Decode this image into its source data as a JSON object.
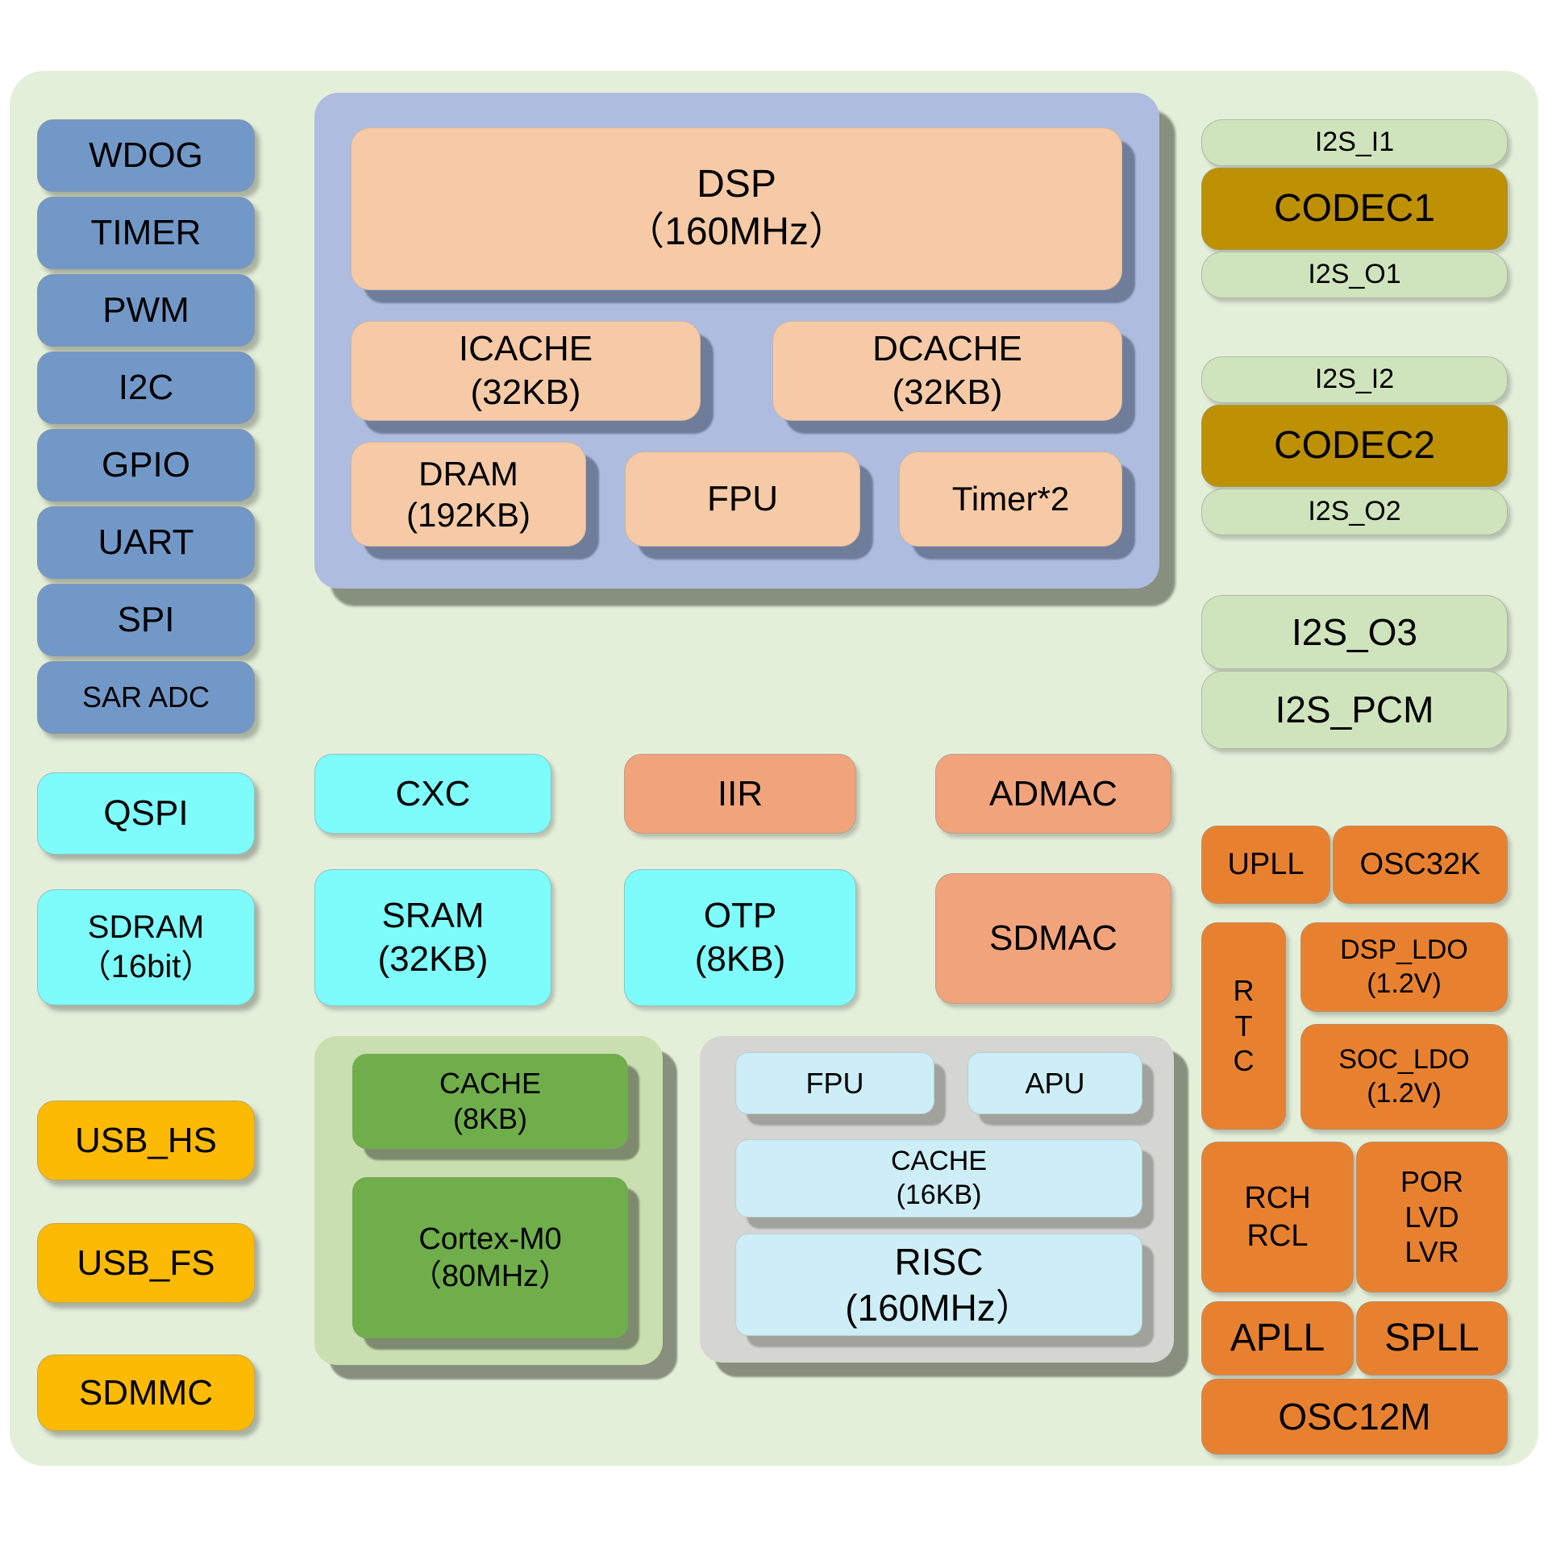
{
  "colors": {
    "canvas_bg": "#ffffff",
    "board_bg": "#e4efda",
    "peripheral_blue": "#7298c8",
    "memory_cyan": "#7efcfc",
    "usb_yellow": "#fcba04",
    "dsp_container_blue": "#aebce0",
    "dsp_block_peach": "#f6caa6",
    "dma_salmon": "#f1a47b",
    "mcu_container_green": "#cadfb0",
    "mcu_block_green": "#6fae4a",
    "risc_container_gray": "#d5d5d3",
    "risc_block_cyan": "#cdeef6",
    "i2s_green": "#cfe4bc",
    "codec_gold": "#bd9103",
    "power_orange": "#e8812f"
  },
  "left_column": {
    "peripherals": [
      "WDOG",
      "TIMER",
      "PWM",
      "I2C",
      "GPIO",
      "UART",
      "SPI",
      "SAR ADC"
    ],
    "qspi": "QSPI",
    "sdram": [
      "SDRAM",
      "（16bit）"
    ],
    "usb_hs": "USB_HS",
    "usb_fs": "USB_FS",
    "sdmmc": "SDMMC"
  },
  "dsp_cluster": {
    "dsp": [
      "DSP",
      "（160MHz）"
    ],
    "icache": [
      "ICACHE",
      "(32KB)"
    ],
    "dcache": [
      "DCACHE",
      "(32KB)"
    ],
    "dram": [
      "DRAM",
      "(192KB)"
    ],
    "fpu": "FPU",
    "timer2": "Timer*2"
  },
  "middle": {
    "cxc": "CXC",
    "iir": "IIR",
    "admac": "ADMAC",
    "sram": [
      "SRAM",
      "(32KB)"
    ],
    "otp": [
      "OTP",
      "(8KB)"
    ],
    "sdmac": "SDMAC"
  },
  "mcu_cluster": {
    "cache8": [
      "CACHE",
      "(8KB)"
    ],
    "cortex_m0": [
      "Cortex-M0",
      "（80MHz）"
    ]
  },
  "risc_cluster": {
    "fpu": "FPU",
    "apu": "APU",
    "cache16": [
      "CACHE",
      "(16KB)"
    ],
    "risc": [
      "RISC",
      "(160MHz）"
    ]
  },
  "audio": {
    "i2s_i1": "I2S_I1",
    "codec1": "CODEC1",
    "i2s_o1": "I2S_O1",
    "i2s_i2": "I2S_I2",
    "codec2": "CODEC2",
    "i2s_o2": "I2S_O2",
    "i2s_o3": "I2S_O3",
    "i2s_pcm": "I2S_PCM"
  },
  "power_clock": {
    "upll": "UPLL",
    "osc32k": "OSC32K",
    "rtc": [
      "R",
      "T",
      "C"
    ],
    "dsp_ldo": [
      "DSP_LDO",
      "(1.2V)"
    ],
    "soc_ldo": [
      "SOC_LDO",
      "(1.2V)"
    ],
    "rch_rcl": [
      "RCH",
      "RCL"
    ],
    "por_lvd_lvr": [
      "POR",
      "LVD",
      "LVR"
    ],
    "apll": "APLL",
    "spll": "SPLL",
    "osc12m": "OSC12M"
  }
}
